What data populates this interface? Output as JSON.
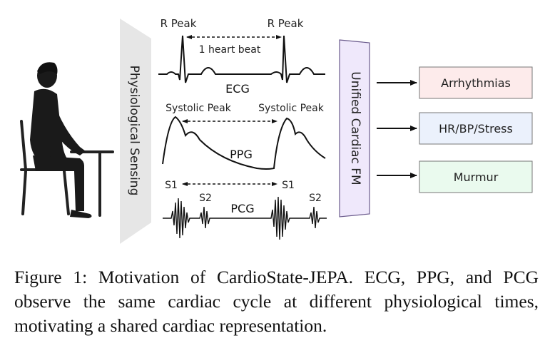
{
  "sensing_label": "Physiological Sensing",
  "signals": {
    "ecg": {
      "name": "ECG",
      "peak_left": "R Peak",
      "peak_right": "R Peak",
      "interval_label": "1 heart beat"
    },
    "ppg": {
      "name": "PPG",
      "peak_left": "Systolic Peak",
      "peak_right": "Systolic Peak"
    },
    "pcg": {
      "name": "PCG",
      "s1_left": "S1",
      "s2_left": "S2",
      "s1_right": "S1",
      "s2_right": "S2"
    }
  },
  "model_label": "Unified Cardiac FM",
  "outputs": [
    {
      "label": "Arrhythmias",
      "color": "#fdebeb"
    },
    {
      "label": "HR/BP/Stress",
      "color": "#ebf1fc"
    },
    {
      "label": "Murmur",
      "color": "#eafaee"
    }
  ],
  "model_color": "#efe8fb",
  "caption": "Figure 1: Motivation of CardioState-JEPA. ECG, PPG, and PCG observe the same cardiac cycle at different physiological times, motivating a shared cardiac representation."
}
